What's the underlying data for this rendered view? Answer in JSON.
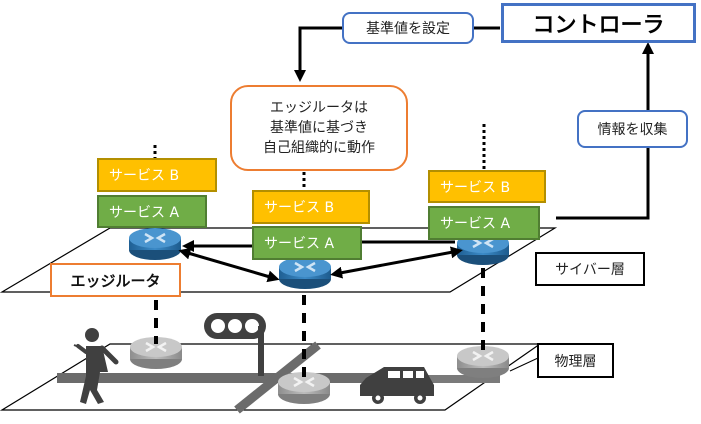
{
  "controller": {
    "label": "コントローラ"
  },
  "callouts": {
    "set_reference": "基準値を設定",
    "collect_info": "情報を収集",
    "edge_note": [
      "エッジルータは",
      "基準値に基づき",
      "自己組織的に動作"
    ]
  },
  "routers": [
    {
      "id": "left",
      "services": [
        "サービス B",
        "サービス A"
      ]
    },
    {
      "id": "center",
      "services": [
        "サービス B",
        "サービス A"
      ]
    },
    {
      "id": "right",
      "services": [
        "サービス B",
        "サービス A"
      ]
    }
  ],
  "labels": {
    "edge_router": "エッジルータ",
    "cyber_layer": "サイバー層",
    "physical_layer": "物理層"
  },
  "colors": {
    "controller_border": "#4472c4",
    "note_border": "#ed7d31",
    "service_b": "#ffc000",
    "service_a": "#70ad47",
    "router_blue": "#2e75b6",
    "router_gray": "#a6a6a6"
  }
}
